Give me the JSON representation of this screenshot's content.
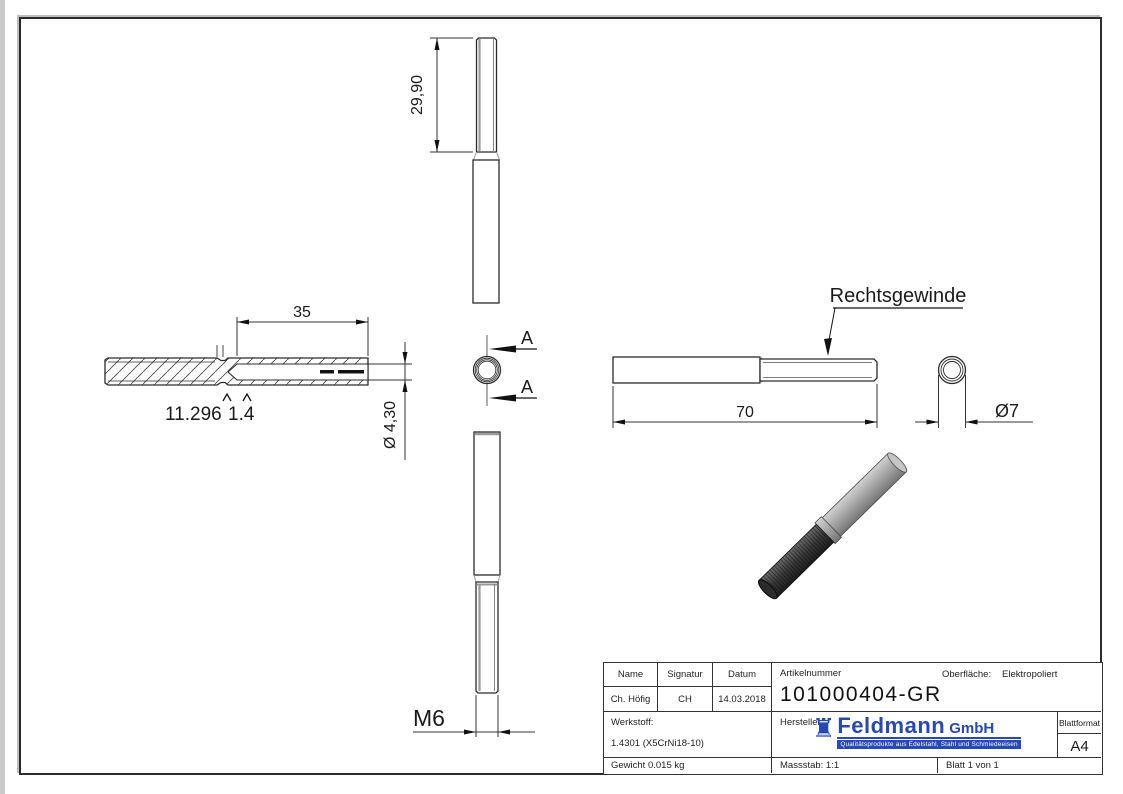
{
  "views": {
    "top": {
      "dim_thread_length": "29,90"
    },
    "front_section": {
      "dim_depth": "35",
      "dim_bore": "Ø 4,30",
      "dim_a": "11.296",
      "dim_b": "1.4"
    },
    "section_marks": {
      "label_top": "A",
      "label_bottom": "A"
    },
    "bottom": {
      "thread_label": "M6"
    },
    "side": {
      "note": "Rechtsgewinde",
      "dim_length": "70",
      "dim_outer": "Ø7"
    }
  },
  "title_block": {
    "headers": {
      "name": "Name",
      "signatur": "Signatur",
      "datum": "Datum",
      "artikelnummer": "Artikelnummer",
      "oberflaeche": "Oberfläche:",
      "werkstoff": "Werkstoff:",
      "hersteller": "Hersteller",
      "blattformat": "Blattformat"
    },
    "values": {
      "name": "Ch. Höfig",
      "signatur": "CH",
      "datum": "14.03.2018",
      "artikelnummer": "101000404-GR",
      "oberflaeche": "Elektropoliert",
      "werkstoff": "1.4301 (X5CrNi18-10)",
      "gewicht": "Gewicht 0.015 kg",
      "massstab": "Massstab: 1:1",
      "blatt": "Blatt 1 von 1",
      "blattformat": "A4"
    }
  },
  "logo": {
    "brand": "Feldmann",
    "suffix": "GmbH",
    "tagline": "Qualitätsprodukte aus Edelstahl, Stahl und Schmiedeeisen",
    "color": "#2748b5"
  }
}
